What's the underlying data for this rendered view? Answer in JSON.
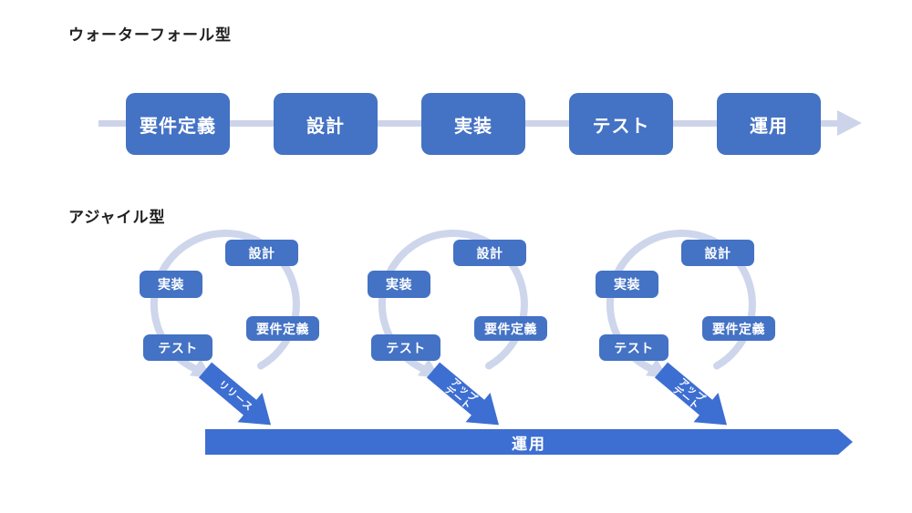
{
  "waterfall": {
    "title": "ウォーターフォール型",
    "stages": [
      {
        "label": "要件定義"
      },
      {
        "label": "設計"
      },
      {
        "label": "実装"
      },
      {
        "label": "テスト"
      },
      {
        "label": "運用"
      }
    ]
  },
  "agile": {
    "title": "アジャイル型",
    "cycles": [
      {
        "design": "設計",
        "implementation": "実装",
        "requirements": "要件定義",
        "test": "テスト",
        "arrow": {
          "lines": [
            "リリース"
          ]
        }
      },
      {
        "design": "設計",
        "implementation": "実装",
        "requirements": "要件定義",
        "test": "テスト",
        "arrow": {
          "lines": [
            "アップ",
            "デート"
          ]
        }
      },
      {
        "design": "設計",
        "implementation": "実装",
        "requirements": "要件定義",
        "test": "テスト",
        "arrow": {
          "lines": [
            "アップ",
            "デート"
          ]
        }
      }
    ],
    "operation_label": "運用"
  },
  "colors": {
    "stage_blue": "#4472C4",
    "arrow_blue": "#3D6ED2",
    "track_light": "#CDD4EA",
    "cycle_light": "#CED6EC",
    "title_text": "#1F1F1F",
    "stage_text": "#FFFFFF"
  }
}
